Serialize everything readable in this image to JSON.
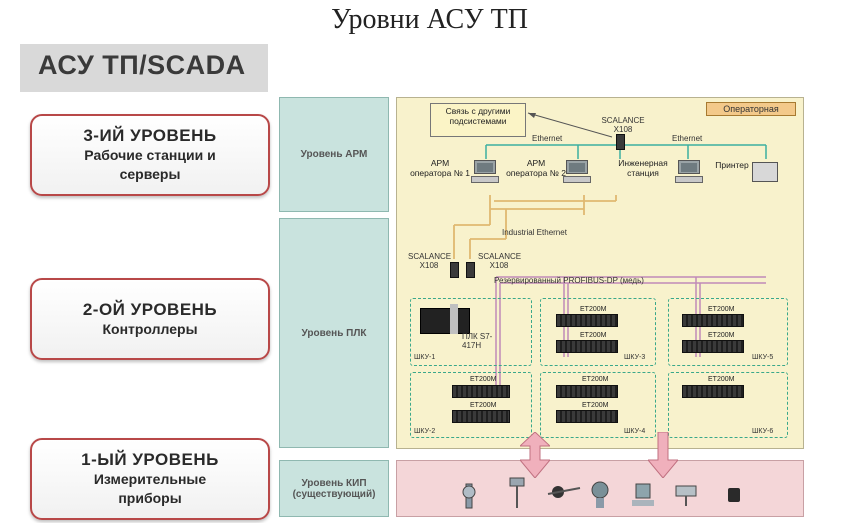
{
  "page_title": "Уровни АСУ ТП",
  "header": "АСУ ТП/SCADA",
  "levels": [
    {
      "title": "3-ИЙ УРОВЕНЬ",
      "subtitle": "Рабочие станции и серверы"
    },
    {
      "title": "2-ОЙ УРОВЕНЬ",
      "subtitle": "Контроллеры"
    },
    {
      "title": "1-ЫЙ УРОВЕНЬ",
      "subtitle": "Измерительные приборы"
    }
  ],
  "tiers": {
    "arm": "Уровень АРМ",
    "plc": "Уровень ПЛК",
    "kip": "Уровень КИП (существующий)"
  },
  "diagram": {
    "operator_room": "Операторная",
    "services_box": "Связь с другими подсистемами",
    "scalance_top": "SCALANCE X108",
    "ethernet_left": "Ethernet",
    "ethernet_right": "Ethernet",
    "arm1": "АРМ оператора № 1",
    "arm2": "АРМ оператора № 2",
    "eng_station": "Инженерная станция",
    "printer": "Принтер",
    "industrial_ethernet": "Industrial Ethernet",
    "scalance_left": "SCALANCE X108",
    "scalance_right": "SCALANCE X108",
    "profibus": "Резервированный PROFIBUS-DP (медь)",
    "plc_label": "ПЛК S7-417H",
    "et200m": "ET200M",
    "cabinets": [
      "ШКУ-1",
      "ШКУ-2",
      "ШКУ-3",
      "ШКУ-4",
      "ШКУ-5",
      "ШКУ-6"
    ]
  },
  "colors": {
    "level_border": "#b84848",
    "tier_fill": "#c9e3de",
    "main_panel": "#f8f2cc",
    "field_panel": "#f4d6d8",
    "ethernet_line": "#3cb0a0",
    "industrial_line": "#e0b870",
    "profibus_line": "#c08ab8",
    "arrow_fill": "#f0b0bc"
  }
}
